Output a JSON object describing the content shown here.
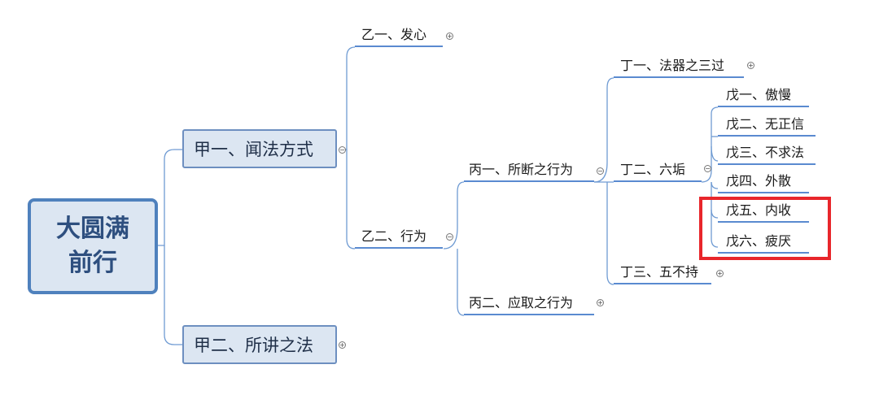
{
  "root": {
    "label": "大圆满\n前行"
  },
  "level1": [
    {
      "label": "甲一、闻法方式"
    },
    {
      "label": "甲二、所讲之法"
    }
  ],
  "level2": [
    {
      "label": "乙一、发心"
    },
    {
      "label": "乙二、行为"
    }
  ],
  "level3": [
    {
      "label": "丙一、所断之行为"
    },
    {
      "label": "丙二、应取之行为"
    }
  ],
  "level4": [
    {
      "label": "丁一、法器之三过"
    },
    {
      "label": "丁二、六垢"
    },
    {
      "label": "丁三、五不持"
    }
  ],
  "level5": [
    {
      "label": "戊一、傲慢"
    },
    {
      "label": "戊二、无正信"
    },
    {
      "label": "戊三、不求法"
    },
    {
      "label": "戊四、外散"
    },
    {
      "label": "戊五、内收"
    },
    {
      "label": "戊六、疲厌"
    }
  ],
  "colors": {
    "branch_line": "#6f9bd3",
    "node_fill": "#dce6f2",
    "node_border": "#4f81bd",
    "highlight": "#e8262b"
  }
}
